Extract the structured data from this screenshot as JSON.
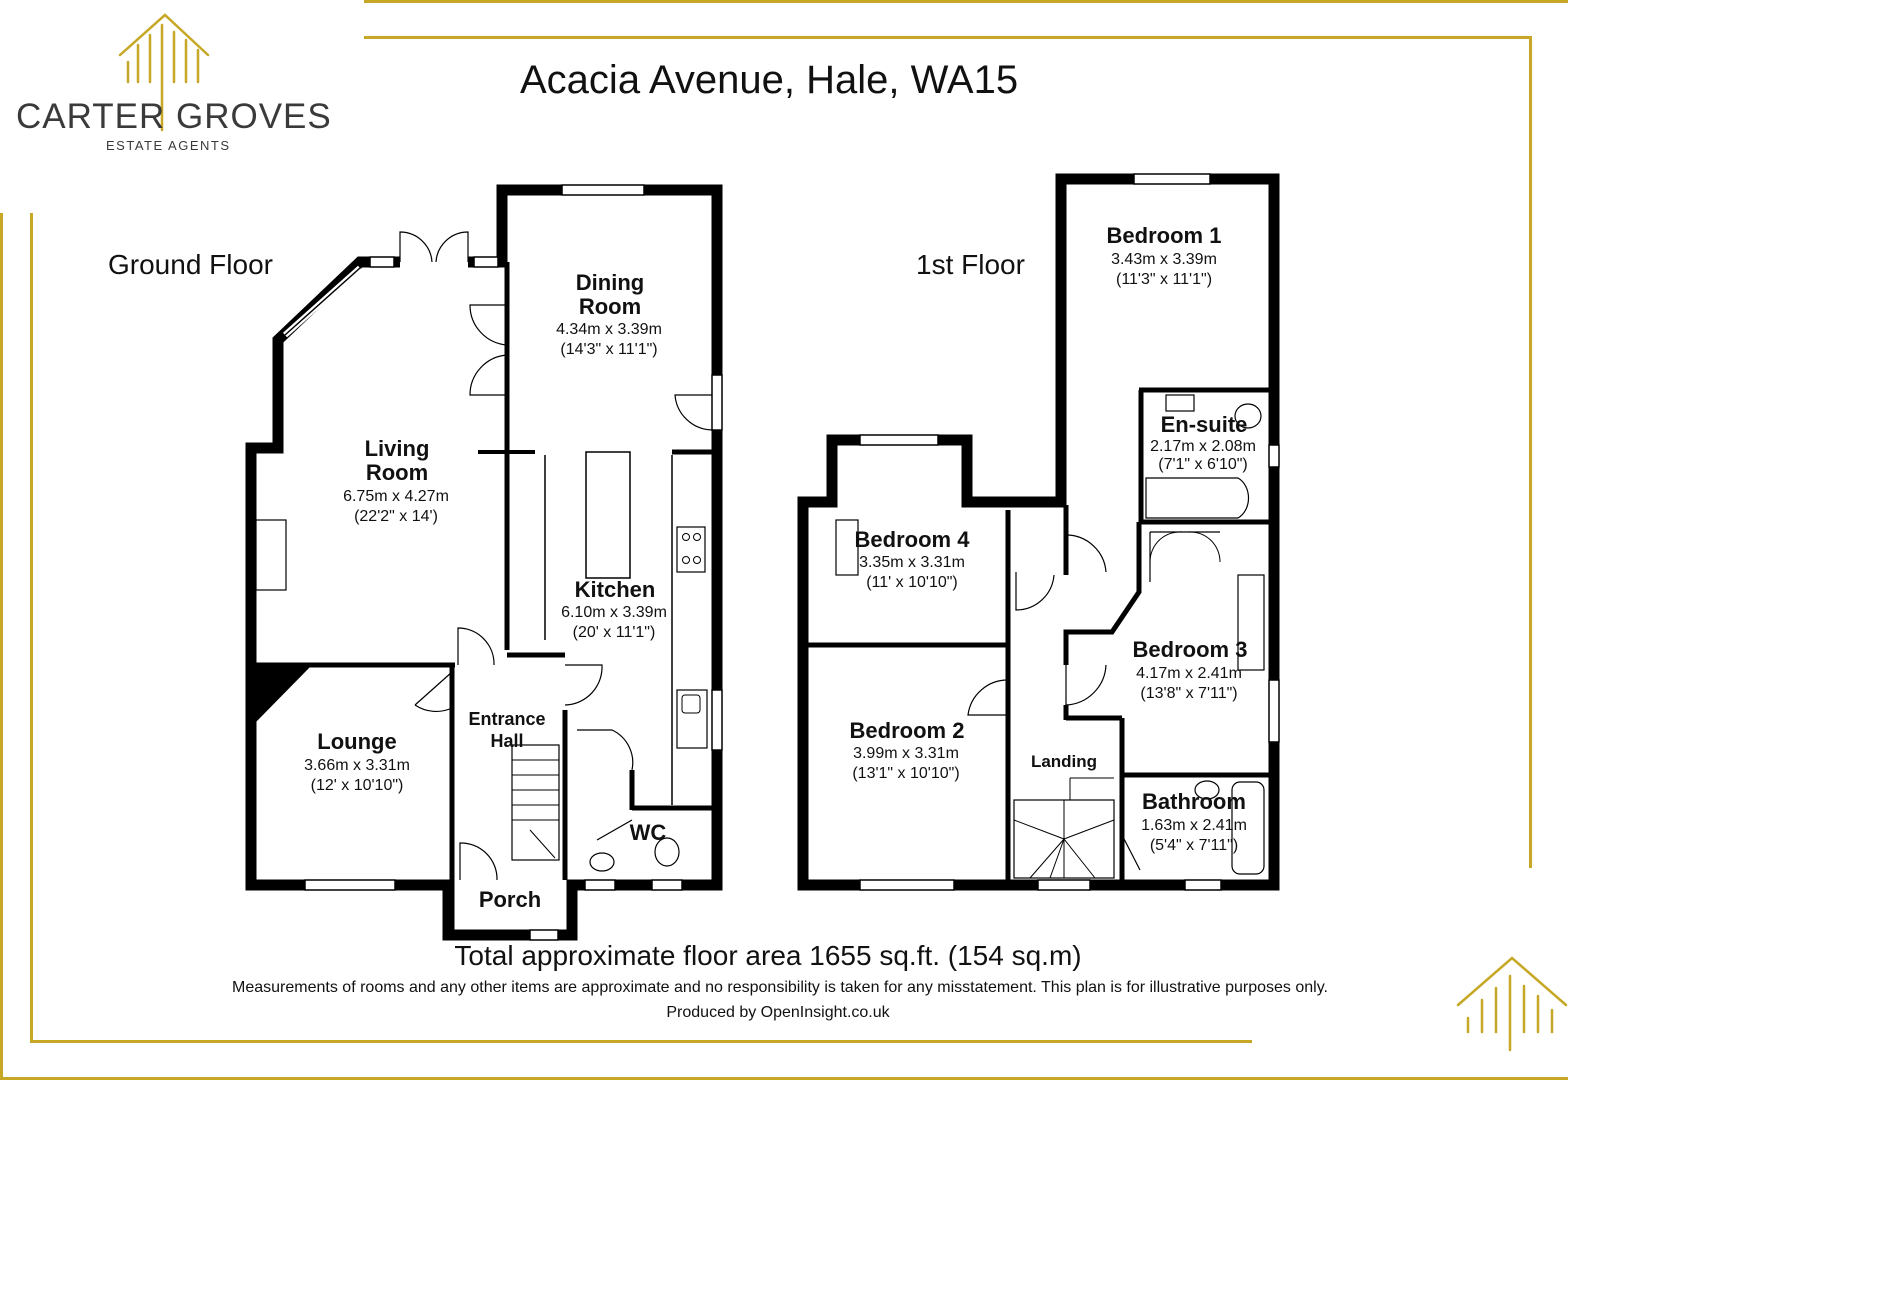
{
  "brand": {
    "name": "CARTER GROVES",
    "tagline": "ESTATE AGENTS",
    "color": "#c6a826",
    "logo_icon": "house-outline-icon"
  },
  "title": "Acacia Avenue, Hale, WA15",
  "floors": {
    "ground": {
      "label": "Ground Floor"
    },
    "first": {
      "label": "1st Floor"
    }
  },
  "rooms": {
    "dining": {
      "name1": "Dining",
      "name2": "Room",
      "dim_m": "4.34m x 3.39m",
      "dim_ft": "(14'3\" x 11'1\")"
    },
    "living": {
      "name1": "Living",
      "name2": "Room",
      "dim_m": "6.75m x 4.27m",
      "dim_ft": "(22'2\" x 14')"
    },
    "kitchen": {
      "name": "Kitchen",
      "dim_m": "6.10m x 3.39m",
      "dim_ft": "(20' x 11'1\")"
    },
    "lounge": {
      "name": "Lounge",
      "dim_m": "3.66m x 3.31m",
      "dim_ft": "(12' x 10'10\")"
    },
    "entrance": {
      "name1": "Entrance",
      "name2": "Hall"
    },
    "wc": {
      "name": "WC"
    },
    "porch": {
      "name": "Porch"
    },
    "bed1": {
      "name": "Bedroom 1",
      "dim_m": "3.43m x 3.39m",
      "dim_ft": "(11'3\" x 11'1\")"
    },
    "ensuite": {
      "name": "En-suite",
      "dim_m": "2.17m x 2.08m",
      "dim_ft": "(7'1\" x 6'10\")"
    },
    "bed4": {
      "name": "Bedroom 4",
      "dim_m": "3.35m x 3.31m",
      "dim_ft": "(11' x 10'10\")"
    },
    "bed3": {
      "name": "Bedroom 3",
      "dim_m": "4.17m x 2.41m",
      "dim_ft": "(13'8\" x 7'11\")"
    },
    "bed2": {
      "name": "Bedroom 2",
      "dim_m": "3.99m x 3.31m",
      "dim_ft": "(13'1\" x 10'10\")"
    },
    "landing": {
      "name": "Landing"
    },
    "bathroom": {
      "name": "Bathroom",
      "dim_m": "1.63m x 2.41m",
      "dim_ft": "(5'4\" x 7'11\")"
    }
  },
  "footer": {
    "total": "Total approximate floor area 1655 sq.ft. (154 sq.m)",
    "disclaimer": "Measurements of rooms and any other items are approximate and no responsibility is taken for any misstatement. This plan is for illustrative purposes only.",
    "produced": "Produced by OpenInsight.co.uk"
  },
  "colors": {
    "wall": "#000000",
    "accent": "#c6a826"
  }
}
